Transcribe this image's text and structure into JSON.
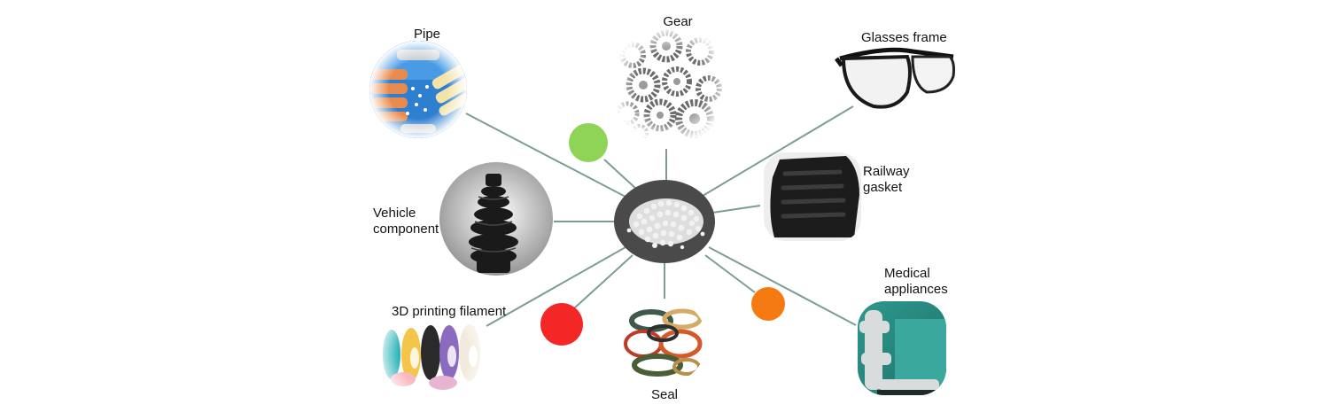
{
  "diagram": {
    "hub": {
      "name": "pellets",
      "color": "#4a4a4a"
    },
    "applications": [
      {
        "id": "pipe",
        "label": "Pipe"
      },
      {
        "id": "gear",
        "label": "Gear"
      },
      {
        "id": "glasses",
        "label": "Glasses frame"
      },
      {
        "id": "railway",
        "label_lines": [
          "Railway",
          "gasket"
        ]
      },
      {
        "id": "vehicle",
        "label_lines": [
          "Vehicle",
          "component"
        ]
      },
      {
        "id": "medical",
        "label_lines": [
          "Medical",
          "appliances"
        ]
      },
      {
        "id": "filament",
        "label": "3D printing filament"
      },
      {
        "id": "seal",
        "label": "Seal"
      }
    ],
    "accent_dots": {
      "green": "#8fd456",
      "red": "#f42727",
      "orange": "#f57a12"
    },
    "connector_color": "#7f9c94"
  }
}
